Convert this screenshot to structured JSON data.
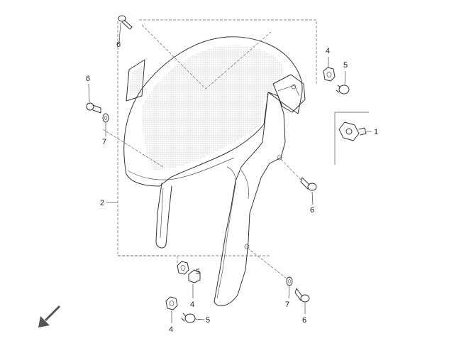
{
  "diagram": {
    "callouts": {
      "c1": "1",
      "c2": "2",
      "c4a": "4",
      "c4b": "4",
      "c4c": "4",
      "c5a": "5",
      "c5b": "5",
      "c5c": "5",
      "c6a": "6",
      "c6b": "6",
      "c6c": "6",
      "c6d": "6",
      "c7a": "7",
      "c7b": "7"
    },
    "icons": {
      "orientation": "arrow-down-left-icon"
    }
  }
}
